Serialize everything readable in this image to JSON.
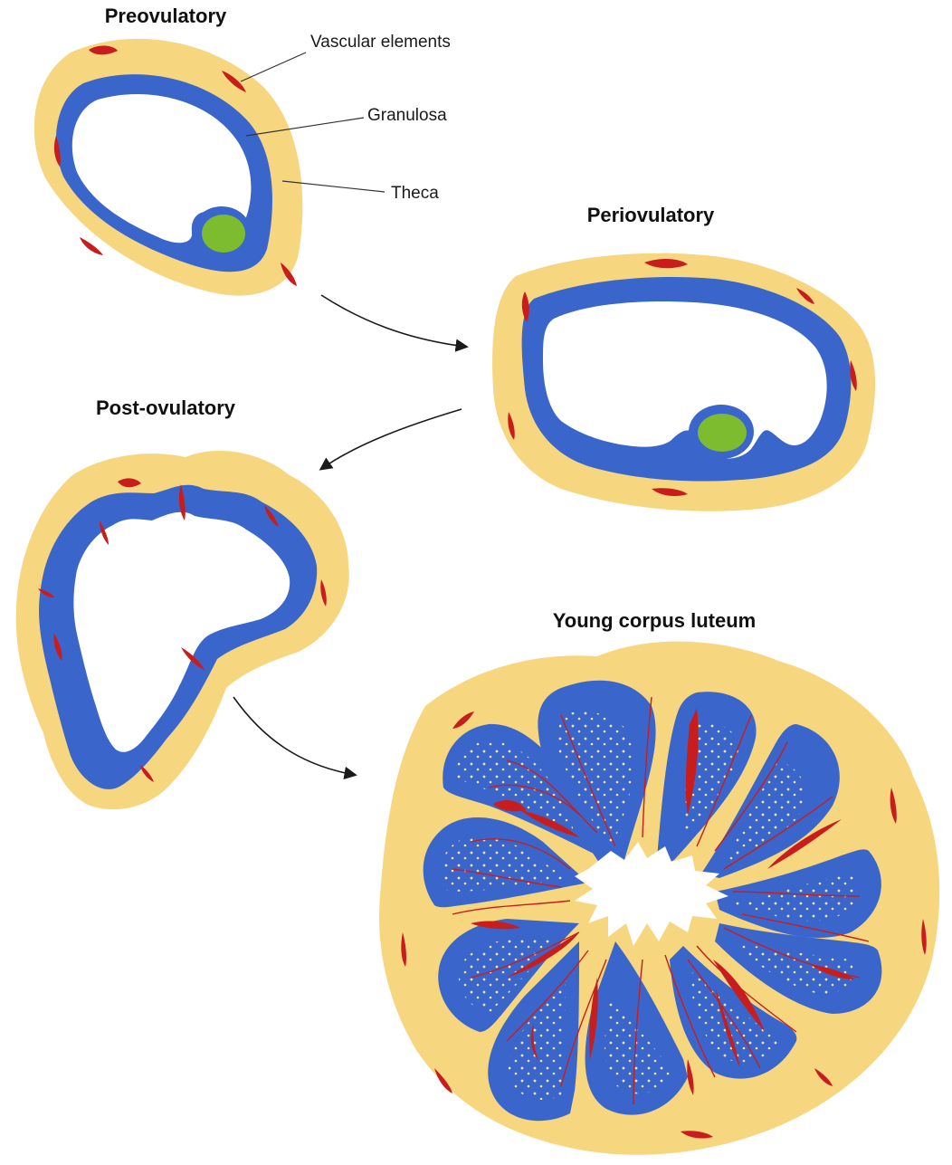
{
  "stages": {
    "preovulatory": "Preovulatory",
    "periovulatory": "Periovulatory",
    "postovulatory": "Post-ovulatory",
    "corpus_luteum": "Young corpus luteum"
  },
  "callouts": {
    "vascular": "Vascular elements",
    "granulosa": "Granulosa",
    "theca": "Theca"
  },
  "colors": {
    "theca": "#f7d680",
    "granulosa": "#3a66cc",
    "vascular": "#c81d1d",
    "oocyte": "#7dbb2f",
    "antrum": "#ffffff"
  }
}
